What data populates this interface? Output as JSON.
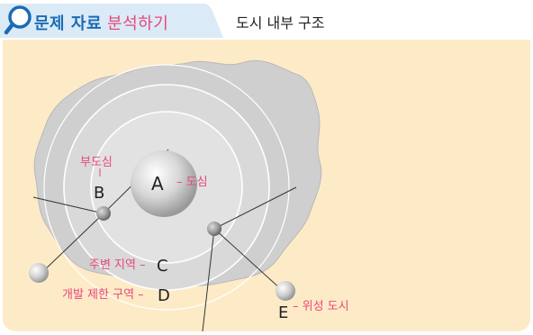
{
  "header": {
    "title_main": "문제 자료",
    "title_sub": "분석하기",
    "subject": "도시 내부 구조"
  },
  "icons": {
    "title": "magnifier-icon"
  },
  "colors": {
    "title_blue": "#1a6bb5",
    "accent_pink": "#e8477a",
    "panel_bg": "#fdebc8",
    "city_gray": "#cfcfcf"
  },
  "diagram": {
    "center_letter": "A",
    "center_label": "– 도심",
    "subcenter_label": "부도심",
    "subcenter_letter": "B",
    "zone_c_label": "주변 지역 –",
    "zone_c_letter": "C",
    "zone_d_label": "개발 제한 구역 –",
    "zone_d_letter": "D",
    "satellite_letter": "E",
    "satellite_label": "– 위성 도시"
  }
}
